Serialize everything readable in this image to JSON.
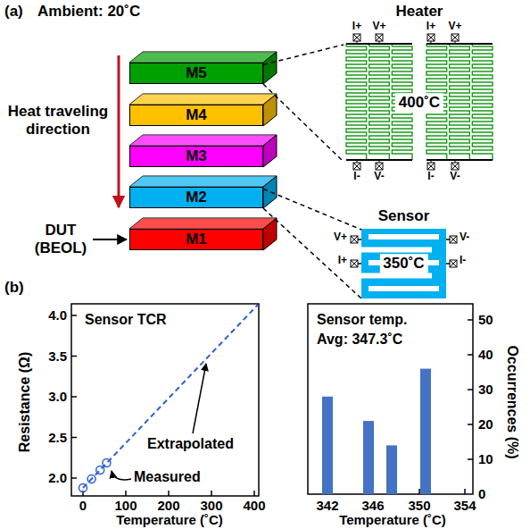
{
  "diagram": {
    "nodes": [
      {
        "text": [
          "M5"
        ]
      },
      {
        "text": [
          "M4"
        ]
      },
      {
        "text": [
          "M3"
        ]
      },
      {
        "text": [
          "M2"
        ]
      },
      {
        "text": [
          "M1"
        ]
      },
      {
        "text": [
          "Heater",
          "400˚C"
        ]
      },
      {
        "text": [
          "Sensor",
          "350˚C"
        ]
      }
    ],
    "edges": [
      {
        "from": 0,
        "to": 5,
        "arrow": "none"
      },
      {
        "from": 3,
        "to": 6,
        "arrow": "none"
      }
    ],
    "labels": [
      "(a)",
      "Ambient: 20˚C",
      "Heat traveling direction",
      "DUT (BEOL)",
      "I+",
      "V+",
      "I+",
      "V+",
      "I-",
      "V-",
      "I-",
      "V-",
      "V+",
      "I+",
      "V-",
      "I-",
      "(b)",
      "Sensor TCR",
      "Extrapolated",
      "Measured",
      "Resistance (Ω)",
      "4.0",
      "3.5",
      "3.0",
      "2.5",
      "2.0",
      "0",
      "100",
      "200",
      "300",
      "400",
      "Temperature (˚C)",
      "Sensor temp.",
      "Avg: 347.3˚C",
      "Occurrences (%)",
      "50",
      "40",
      "30",
      "20",
      "10",
      "0",
      "342",
      "346",
      "350",
      "354",
      "Temperature (˚C)"
    ]
  }
}
